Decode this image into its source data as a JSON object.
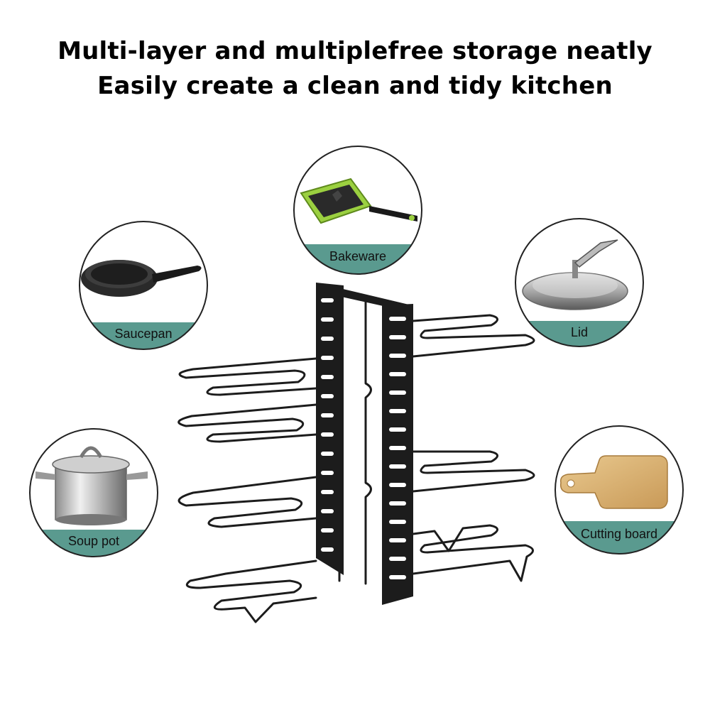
{
  "headline": {
    "line1": "Multi-layer and multiplefree storage neatly",
    "line2": "Easily create a clean and tidy kitchen"
  },
  "colors": {
    "label_band": "#5a9a8f",
    "circle_border": "#222222",
    "rack": "#1c1c1c"
  },
  "callouts": [
    {
      "label": "Bakeware",
      "icon": "square-pan-icon"
    },
    {
      "label": "Saucepan",
      "icon": "frying-pan-icon"
    },
    {
      "label": "Lid",
      "icon": "pot-lid-icon"
    },
    {
      "label": "Soup pot",
      "icon": "soup-pot-icon"
    },
    {
      "label": "Cutting board",
      "icon": "cutting-board-icon"
    }
  ]
}
